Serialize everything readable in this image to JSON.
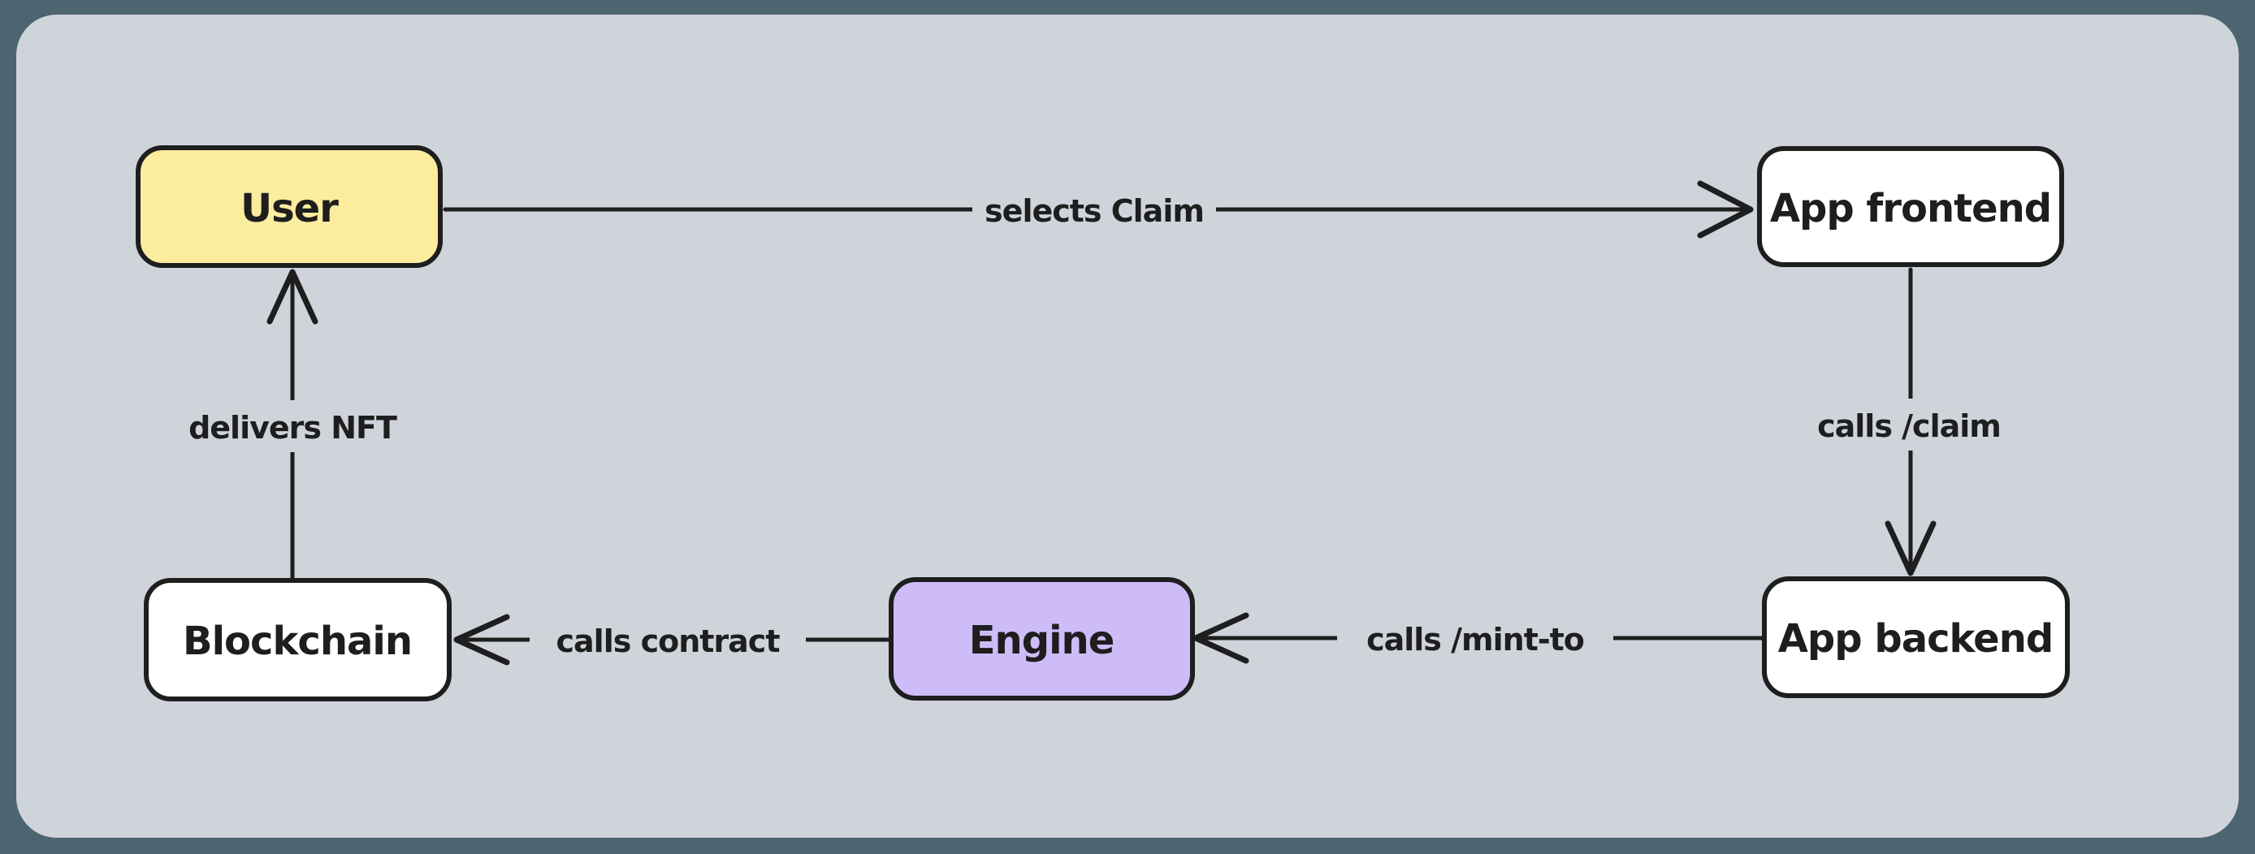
{
  "canvas": {
    "outer_background": "#4C6570",
    "panel_background": "#CFD4DB",
    "stroke_color": "#1E1E1E"
  },
  "nodes": {
    "user": {
      "label": "User",
      "fill": "#FCEC9E"
    },
    "app_frontend": {
      "label": "App frontend",
      "fill": "#FFFFFF"
    },
    "app_backend": {
      "label": "App backend",
      "fill": "#FFFFFF"
    },
    "engine": {
      "label": "Engine",
      "fill": "#CDBCF8"
    },
    "blockchain": {
      "label": "Blockchain",
      "fill": "#FFFFFF"
    }
  },
  "edges": {
    "user_to_frontend": {
      "label": "selects Claim"
    },
    "frontend_to_backend": {
      "label": "calls /claim"
    },
    "backend_to_engine": {
      "label": "calls /mint-to"
    },
    "engine_to_blockchain": {
      "label": "calls contract"
    },
    "blockchain_to_user": {
      "label": "delivers NFT"
    }
  }
}
